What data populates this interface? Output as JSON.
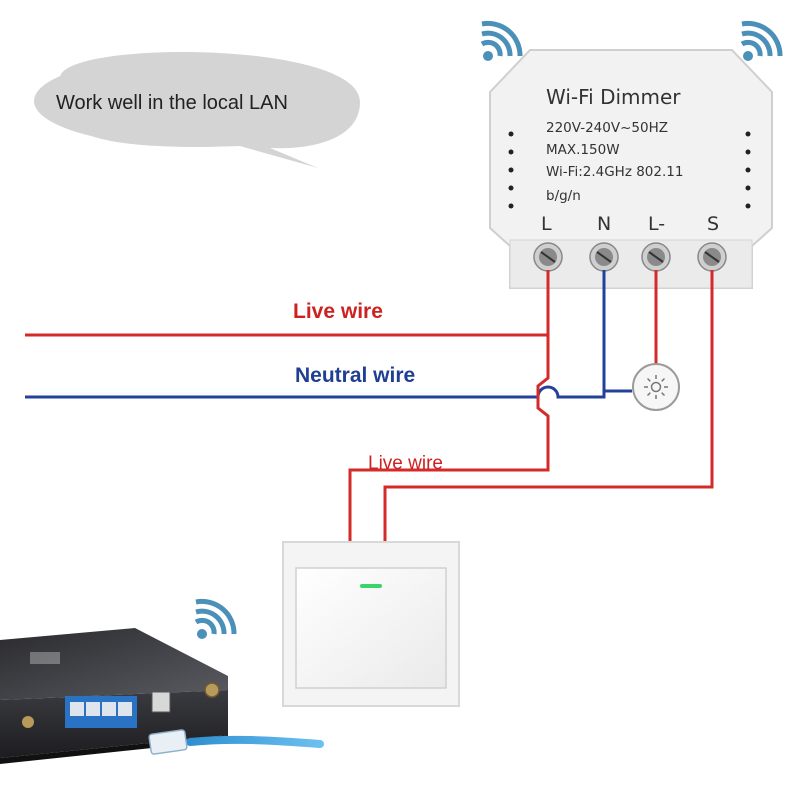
{
  "bubble": {
    "text": "Work well in the local LAN"
  },
  "device": {
    "title": "Wi-Fi  Dimmer",
    "spec_line_1": "220V-240V~50HZ",
    "spec_line_2": "MAX.150W",
    "spec_line_3": "Wi-Fi:2.4GHz 802.11",
    "spec_line_4": "b/g/n",
    "terminals": [
      "L",
      "N",
      "L-",
      "S"
    ]
  },
  "wires": {
    "live_label": "Live wire",
    "neutral_label": "Neutral wire",
    "switch_live_label": "Live wire"
  },
  "colors": {
    "live": "#d42a2a",
    "neutral": "#23409a",
    "live_label": "#cc2222",
    "neutral_label": "#1f3f94",
    "wifi": "#4a90b8",
    "switch_led": "#3bd36a"
  },
  "icons": {
    "wifi_left": "wifi-icon",
    "wifi_right": "wifi-icon",
    "wifi_router": "wifi-icon",
    "lamp": "light-bulb-icon"
  }
}
